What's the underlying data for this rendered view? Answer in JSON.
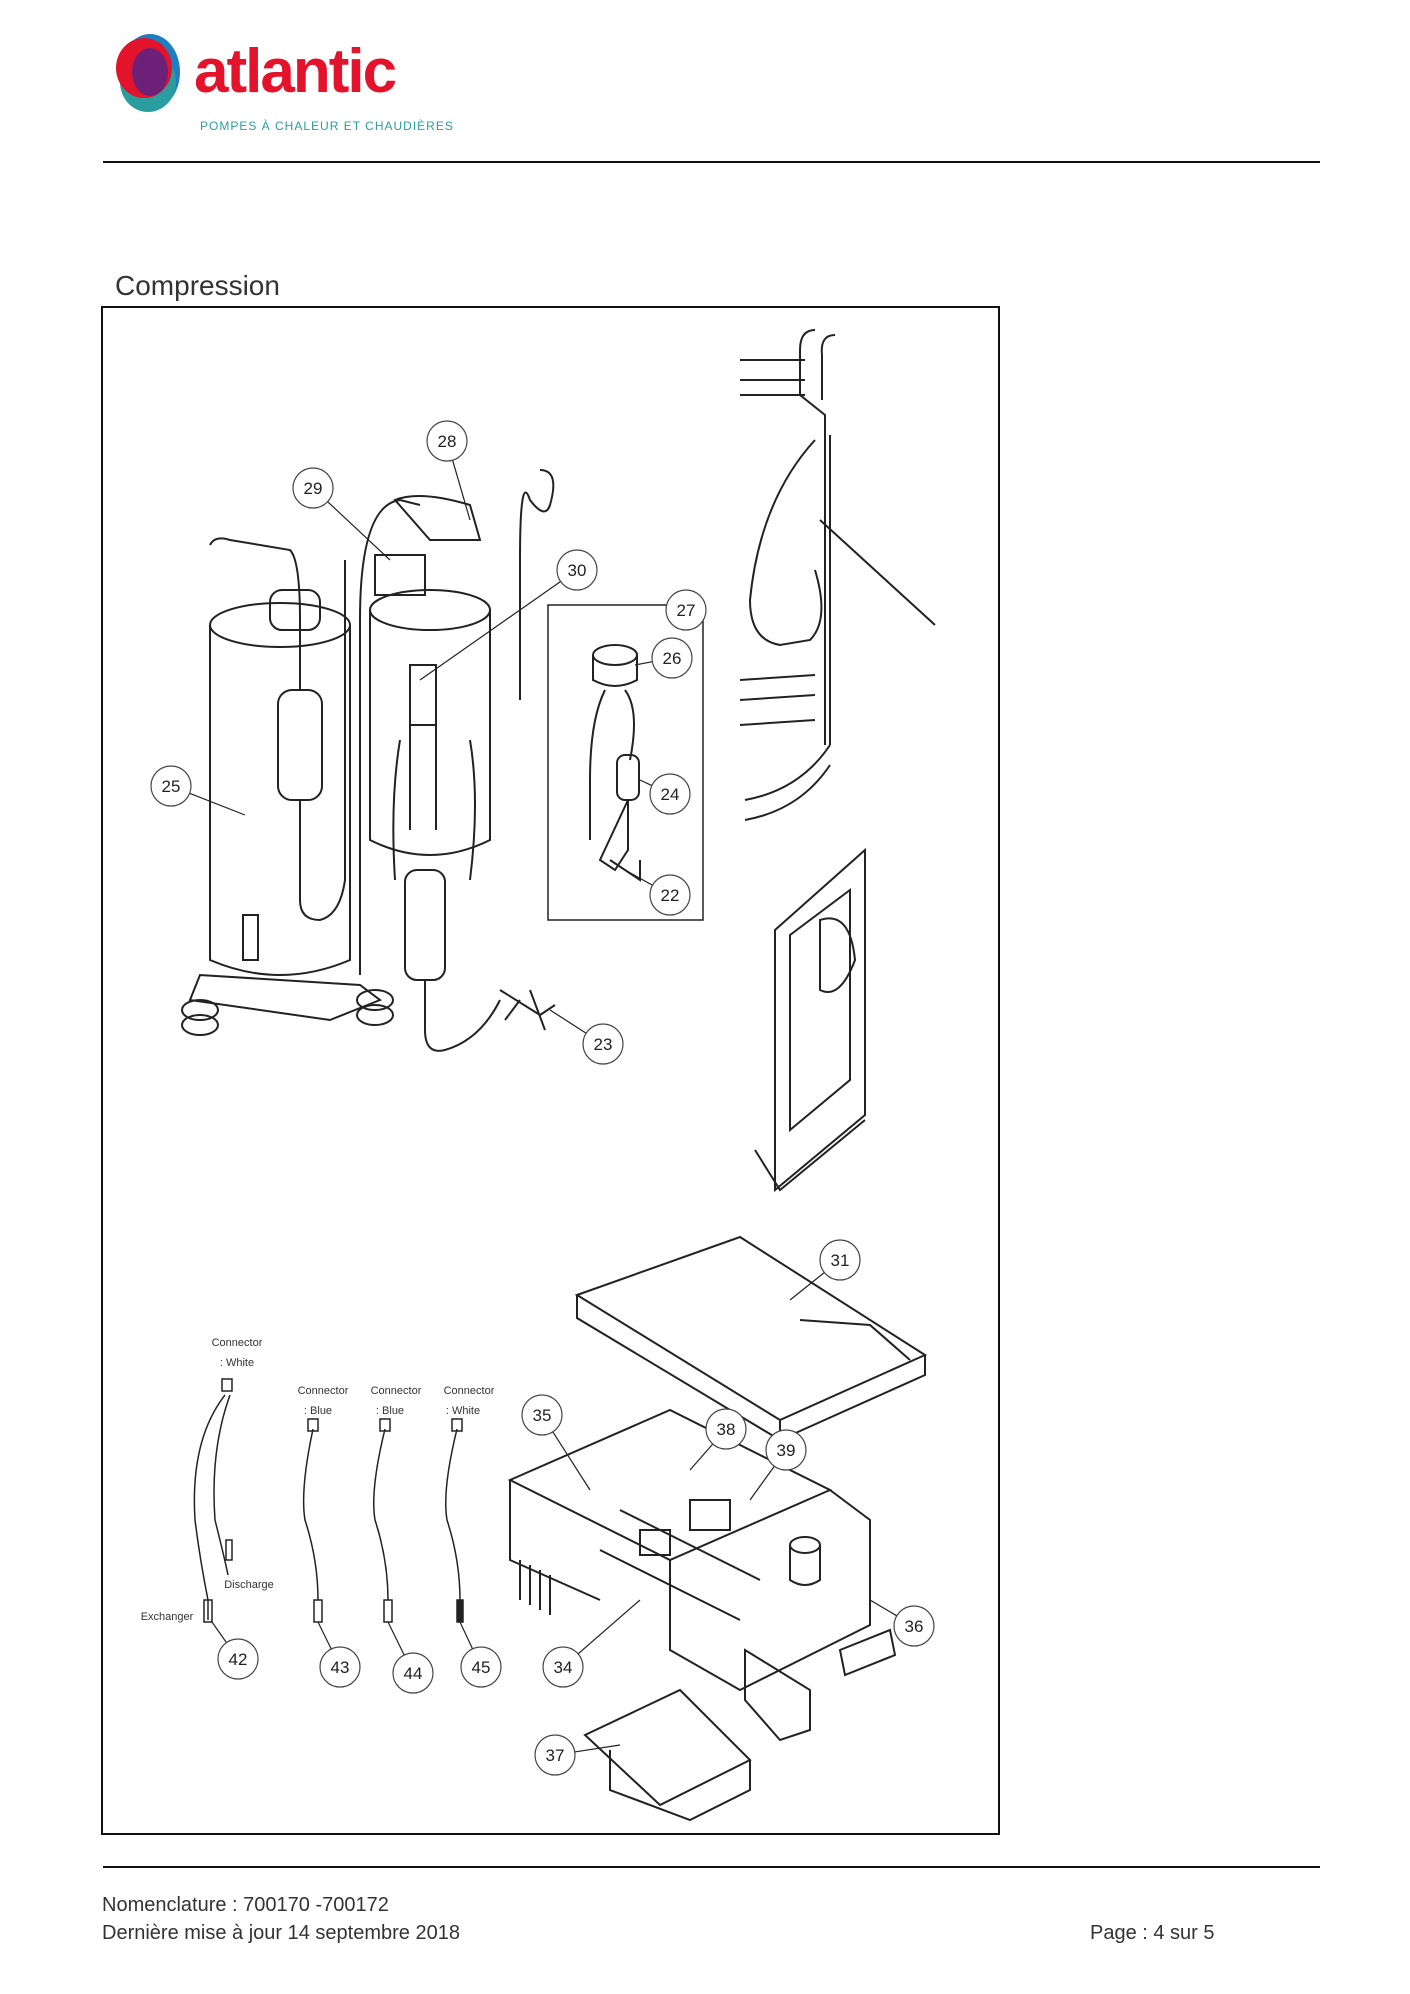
{
  "header": {
    "logo_text": "atlantic",
    "logo_tagline": "POMPES À CHALEUR ET CHAUDIÈRES",
    "brand_colors": {
      "red": "#e3132c",
      "teal": "#2a9d9f",
      "purple": "#6d2077",
      "blue": "#1d7fc1"
    }
  },
  "section": {
    "title": "Compression"
  },
  "diagram": {
    "callouts": [
      "22",
      "23",
      "24",
      "25",
      "26",
      "27",
      "28",
      "29",
      "30",
      "31",
      "34",
      "35",
      "36",
      "37",
      "38",
      "39",
      "42",
      "43",
      "44",
      "45"
    ],
    "cable_labels": {
      "c42_top_1": "Connector",
      "c42_top_2": ": White",
      "c43_1": "Connector",
      "c43_2": ": Blue",
      "c44_1": "Connector",
      "c44_2": ": Blue",
      "c45_1": "Connector",
      "c45_2": ": White",
      "discharge": "Discharge",
      "exchanger": "Exchanger"
    }
  },
  "footer": {
    "nomenclature": "Nomenclature : 700170 -700172",
    "updated": "Dernière mise à jour 14 septembre 2018",
    "page": "Page : 4 sur 5"
  }
}
